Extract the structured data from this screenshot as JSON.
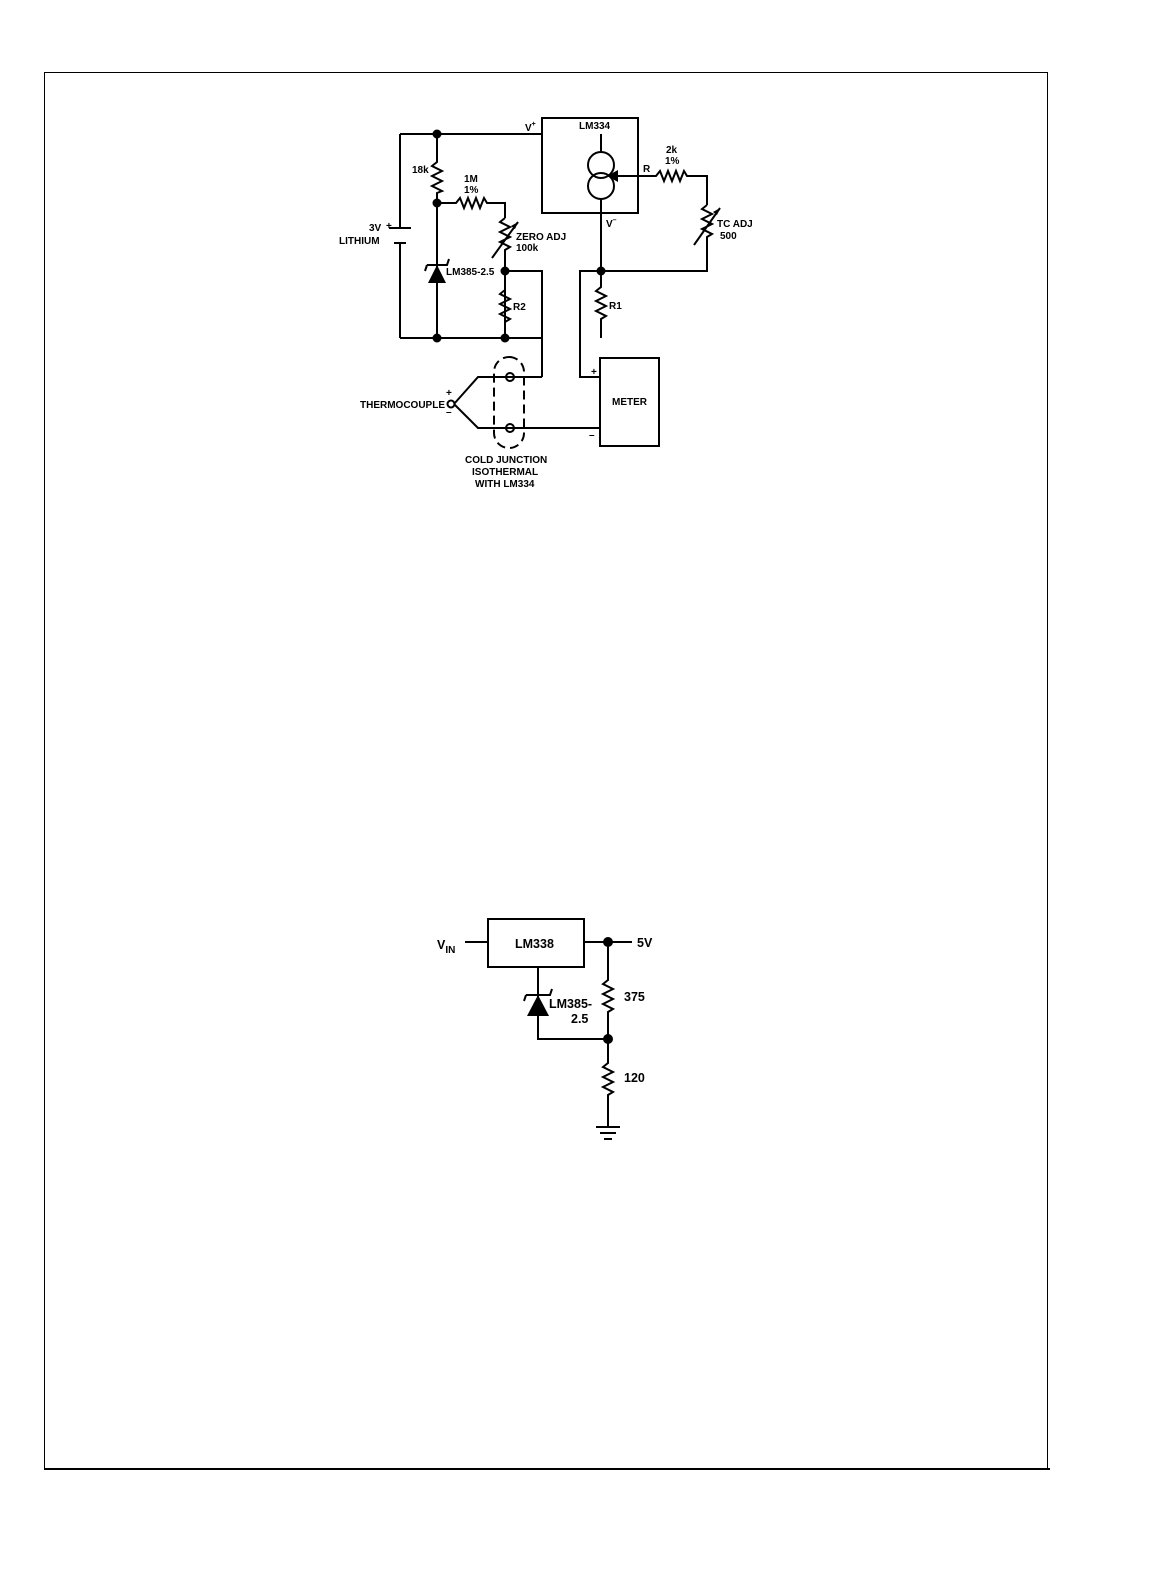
{
  "thermocouple_circuit": {
    "lm334": "LM334",
    "v_plus": "V",
    "v_plus_sup": "+",
    "v_minus": "V",
    "v_minus_sup": "–",
    "r_pin": "R",
    "r_18k": "18k",
    "r_1m": "1M",
    "r_1m_tol": "1%",
    "r_2k": "2k",
    "r_2k_tol": "1%",
    "battery_plus": "+",
    "battery_label_1": "3V",
    "battery_label_2": "LITHIUM",
    "zero_adj_1": "ZERO ADJ",
    "zero_adj_2": "100k",
    "tc_adj_1": "TC ADJ",
    "tc_adj_2": "500",
    "lm385": "LM385-2.5",
    "r2": "R2",
    "r1": "R1",
    "meter": "METER",
    "meter_plus": "+",
    "meter_minus": "–",
    "thermocouple": "THERMOCOUPLE",
    "tc_plus": "+",
    "tc_minus": "–",
    "cold_junction_1": "COLD JUNCTION",
    "cold_junction_2": "ISOTHERMAL",
    "cold_junction_3": "WITH LM334"
  },
  "regulator_circuit": {
    "vin": "V",
    "vin_sub": "IN",
    "lm338": "LM338",
    "vout": "5V",
    "lm385_1": "LM385-",
    "lm385_2": "2.5",
    "r_375": "375",
    "r_120": "120"
  }
}
